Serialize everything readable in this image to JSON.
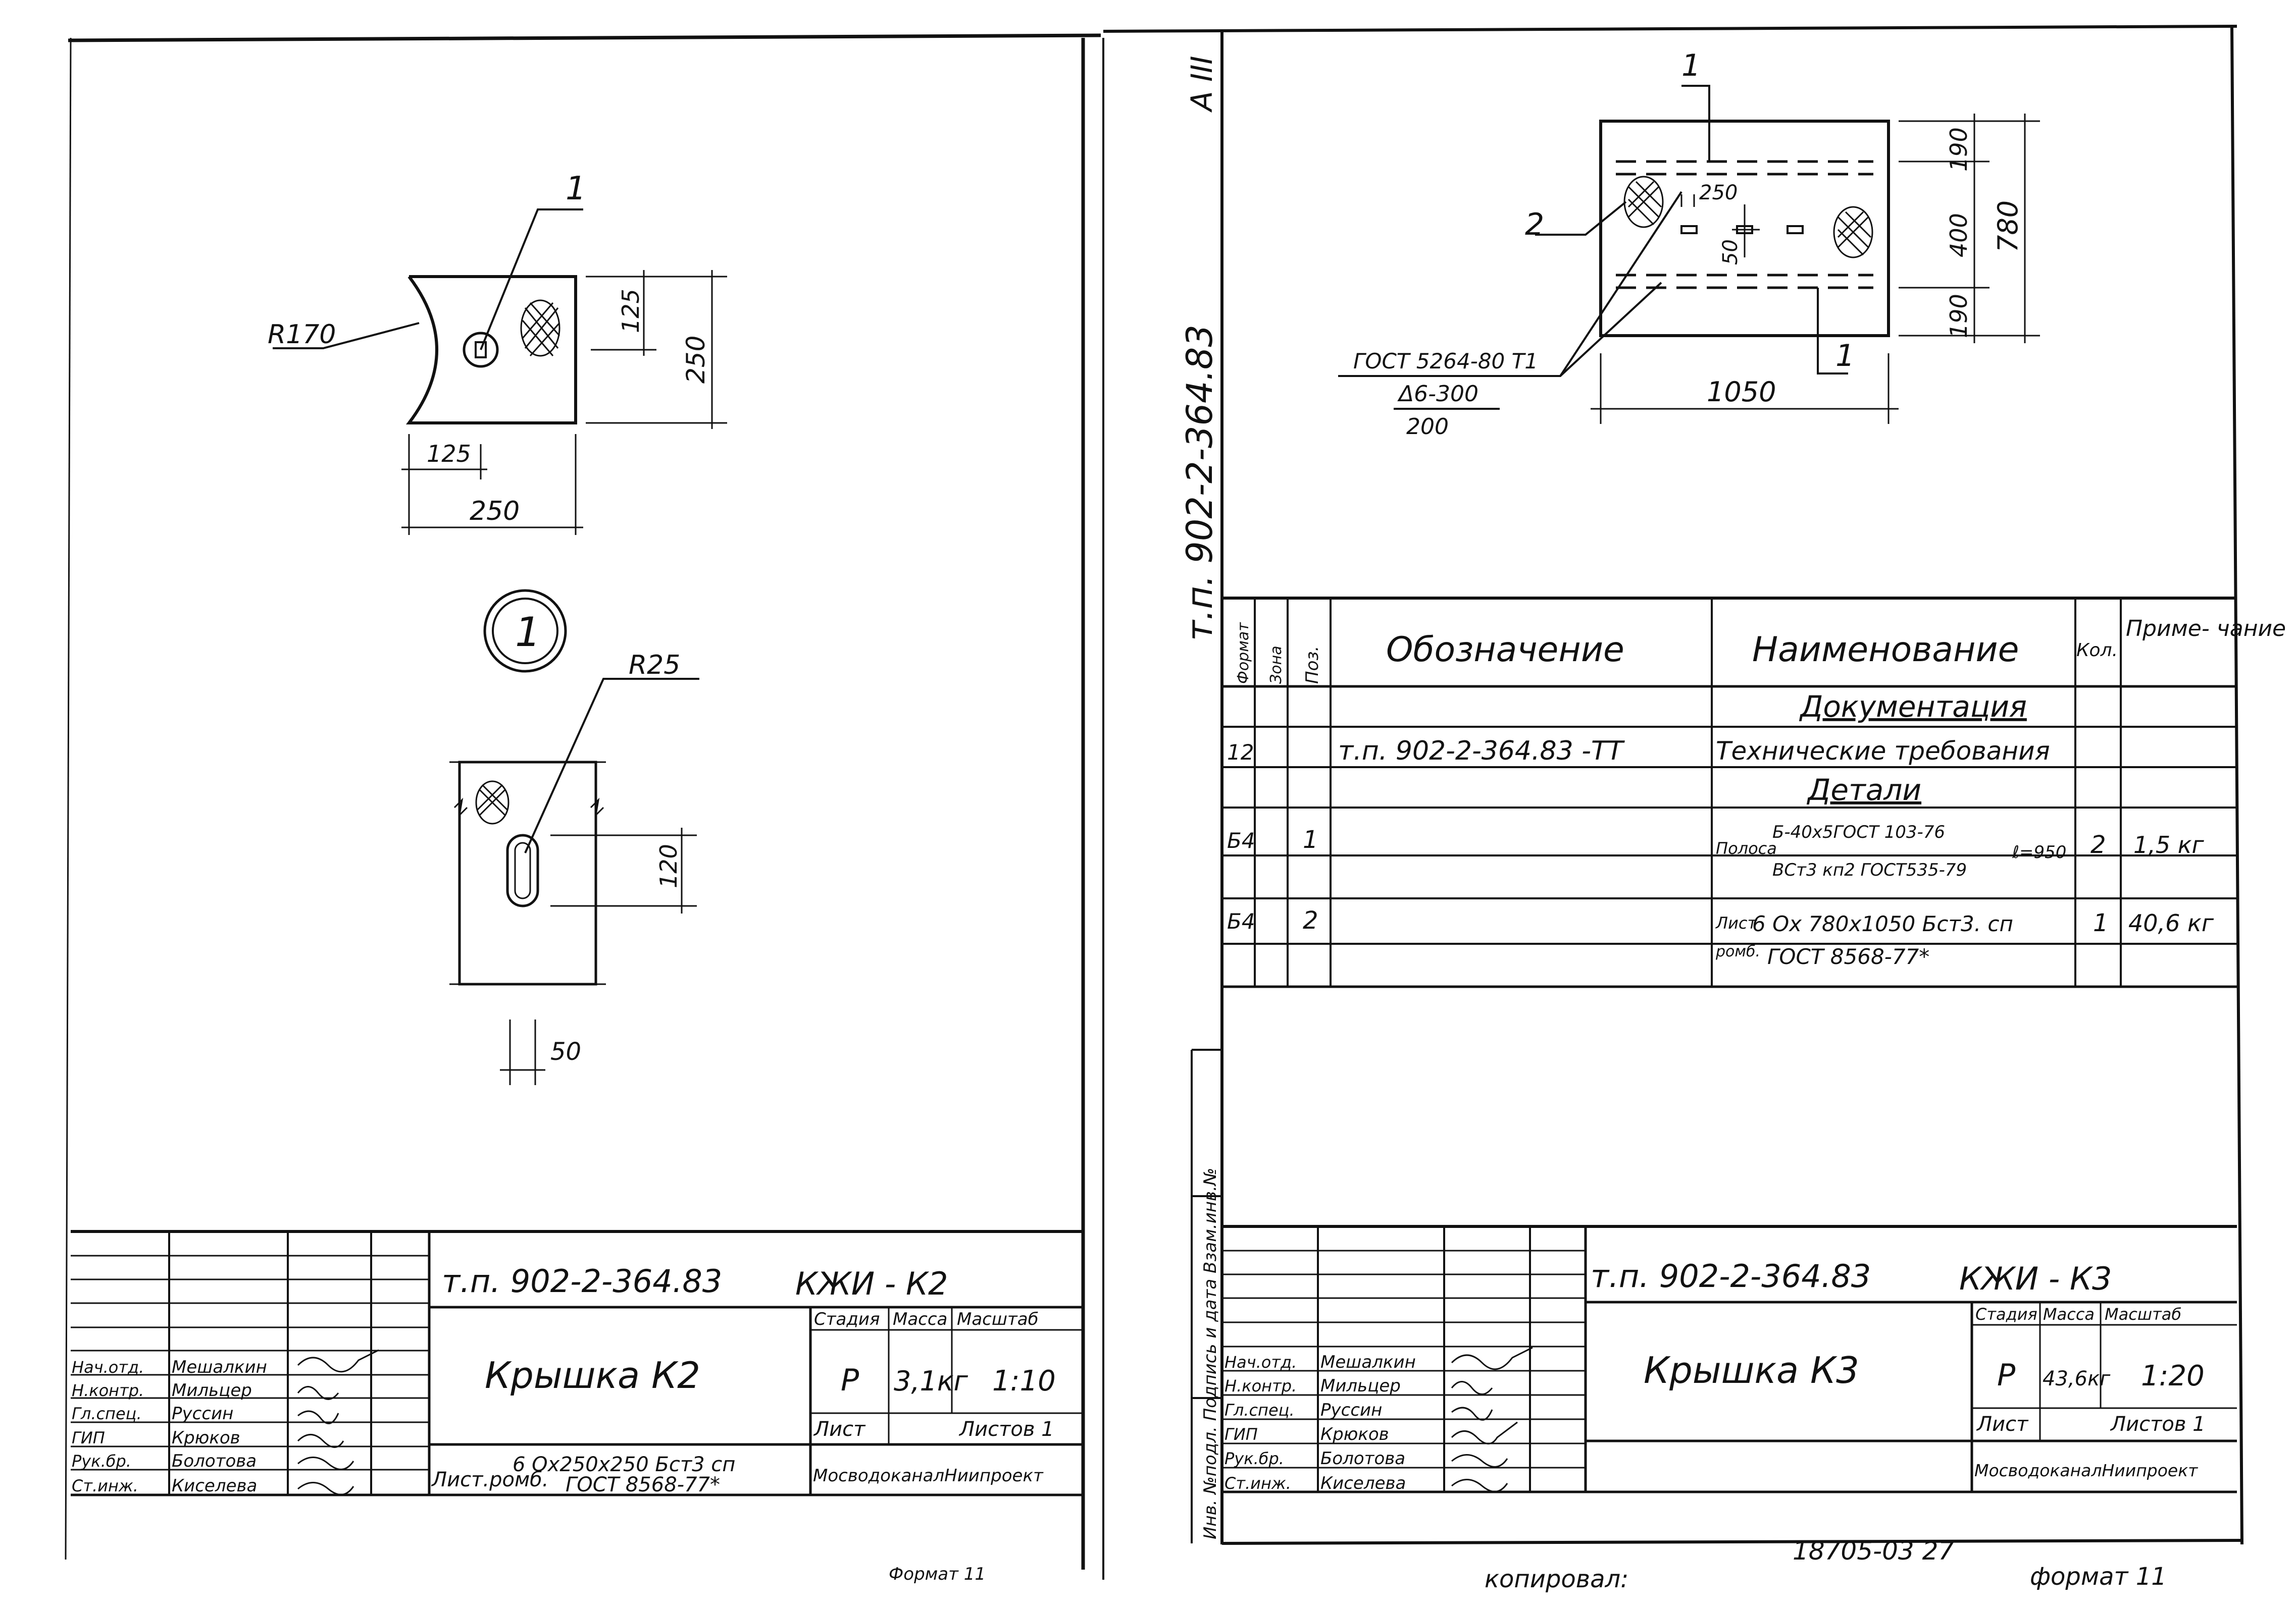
{
  "left_sheet": {
    "detail_callout": "1",
    "radius_big": "R170",
    "radius_small": "R25",
    "dims": {
      "d125_v": "125",
      "d250_v": "250",
      "d125_h": "125",
      "d250_h": "250",
      "d120": "120",
      "d50": "50"
    },
    "circle_label": "1",
    "title_block": {
      "code": "т.п. 902-2-364.83",
      "mark": "КЖИ - К2",
      "name": "Крышка  К2",
      "stage_hdr": "Стадия",
      "mass_hdr": "Масса",
      "scale_hdr": "Масштаб",
      "stage": "Р",
      "mass": "3,1кг",
      "scale": "1:10",
      "sheet": "Лист",
      "sheets": "Листов 1",
      "material_a": "Лист.ромб.",
      "material_b": "6 Ох250х250 Бст3 сп",
      "material_c": "ГОСТ 8568-77*",
      "org": "МосводоканалНиипроект",
      "roles": [
        "Нач.отд.",
        "Н.контр.",
        "Гл.спец.",
        "ГИП",
        "Рук.бр.",
        "Ст.инж."
      ],
      "names": [
        "Мешалкин",
        "Мильцер",
        "Руссин",
        "Крюков",
        "Болотова",
        "Киселева"
      ]
    },
    "format": "Формат 11"
  },
  "right_sheet": {
    "vertical_code": "т.п. 902-2-364.83",
    "corner": "А III",
    "stamp_side": "Инв. №подл.  Подпись и дата  Взам.инв.№",
    "drawing": {
      "pos1_top": "1",
      "pos1_bottom": "1",
      "pos2": "2",
      "d250": "250",
      "d50": "50",
      "d190a": "190",
      "d400": "400",
      "d190b": "190",
      "d780": "780",
      "d1050": "1050",
      "weld_a": "ГОСТ 5264-80 Т1",
      "weld_b": "Δ6-300",
      "weld_c": "200"
    },
    "spec": {
      "headers": {
        "format": "Формат",
        "zone": "Зона",
        "pos": "Поз.",
        "designation": "Обозначение",
        "name": "Наименование",
        "qty": "Кол.",
        "note": "Приме- чание"
      },
      "section_docs": "Документация",
      "row_doc": {
        "format": "12",
        "designation": "т.п. 902-2-364.83 -ТТ",
        "name": "Технические требования"
      },
      "section_parts": "Детали",
      "row1": {
        "format": "Б4",
        "pos": "1",
        "name_a": "Полоса",
        "name_b": "Б-40х5ГОСТ 103-76",
        "name_c": "ВСт3 кп2 ГОСТ535-79",
        "name_d": "ℓ=950",
        "qty": "2",
        "note": "1,5 кг"
      },
      "row2": {
        "format": "Б4",
        "pos": "2",
        "name_a": "Лист",
        "name_b": "ромб.",
        "name_c": "6 Ох 780х1050 Бст3. сп",
        "name_d": "ГОСТ 8568-77*",
        "qty": "1",
        "note": "40,6 кг"
      }
    },
    "title_block": {
      "code": "т.п. 902-2-364.83",
      "mark": "КЖИ - К3",
      "name": "Крышка  К3",
      "stage_hdr": "Стадия",
      "mass_hdr": "Масса",
      "scale_hdr": "Масштаб",
      "stage": "Р",
      "mass": "43,6кг",
      "scale": "1:20",
      "sheet": "Лист",
      "sheets": "Листов 1",
      "org": "МосводоканалНиипроект",
      "roles": [
        "Нач.отд.",
        "Н.контр.",
        "Гл.спец.",
        "ГИП",
        "Рук.бр.",
        "Ст.инж."
      ],
      "names": [
        "Мешалкин",
        "Мильцер",
        "Руссин",
        "Крюков",
        "Болотова",
        "Киселева"
      ]
    },
    "copied": "копировал:",
    "number": "18705-03  27",
    "format": "формат 11"
  }
}
